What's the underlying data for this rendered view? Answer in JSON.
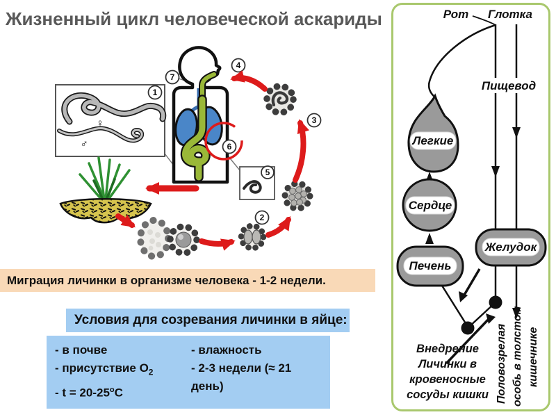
{
  "title": "Жизненный цикл человеческой аскариды",
  "colors": {
    "title_gray": "#595959",
    "banner_orange": "#f9d9b7",
    "box_blue": "#a3cdf2",
    "arrow_red": "#dd1b1b",
    "panel_border_green": "#a9c86d",
    "organ_gray": "#9a9a9a",
    "lungs_blue": "#4a86c8",
    "gut_green": "#9ab838",
    "soil_yellow": "#d6c44e",
    "grass_green": "#2f9133"
  },
  "cycle": {
    "stage_numbers": [
      "1",
      "2",
      "3",
      "4",
      "5",
      "6",
      "7"
    ],
    "female_symbol": "♀",
    "male_symbol": "♂"
  },
  "migration_banner": {
    "text": "Миграция личинки в организме человека - 1-2 недели."
  },
  "conditions": {
    "header": "Условия для созревания личинки в яйце:",
    "left": {
      "line1": "- в почве",
      "line2_prefix": "- присутствие О",
      "line2_sub": "2",
      "line3_prefix": "- t = 20-25",
      "line3_sup": "о",
      "line3_suffix": "С"
    },
    "right": {
      "line1": "- влажность",
      "line2": "- 2-3 недели (≈ 21",
      "line3": "день)"
    }
  },
  "organ_chart": {
    "mouth": "Рот",
    "pharynx": "Глотка",
    "esophagus": "Пищевод",
    "lungs": "Легкие",
    "heart": "Сердце",
    "liver": "Печень",
    "stomach": "Желудок",
    "invasion_lines": [
      "Внедрение",
      "Личинки в",
      "кровеносные",
      "сосуды кишки"
    ],
    "adult_lines": [
      "Половозрелая",
      "особь в толстом",
      "кишечнике"
    ]
  }
}
